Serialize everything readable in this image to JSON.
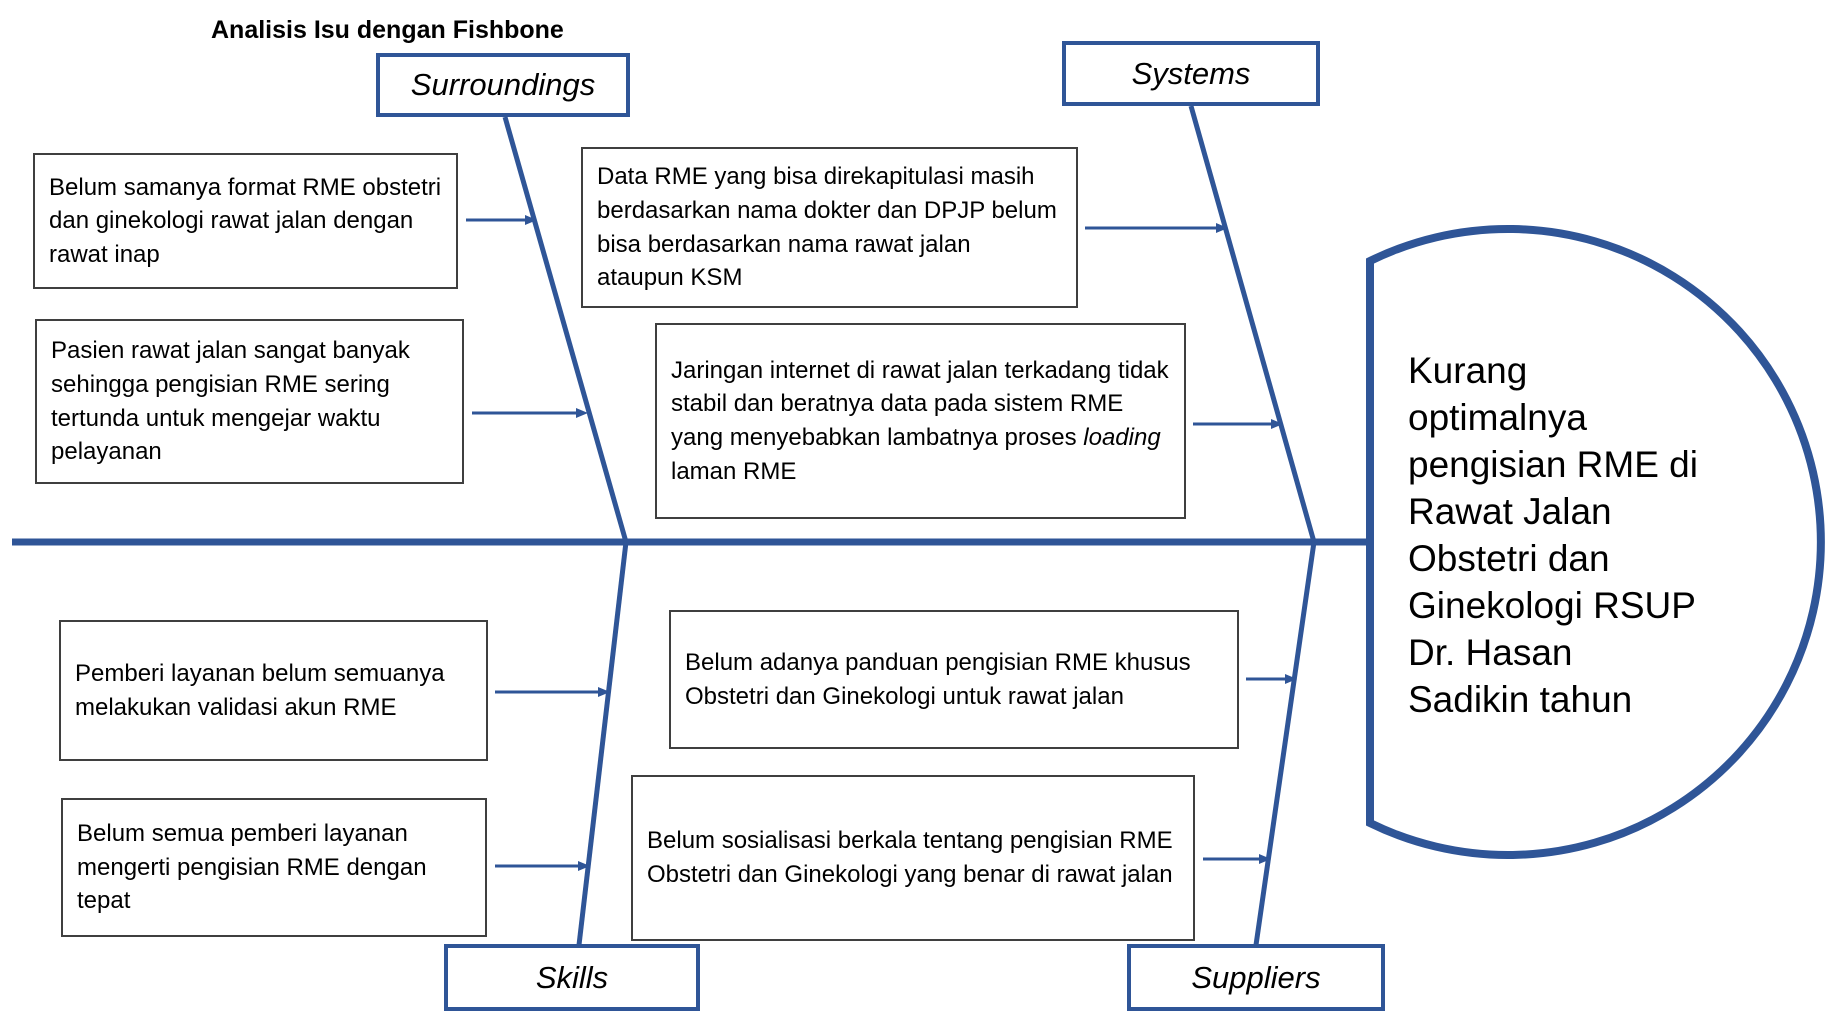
{
  "title": "Analisis Isu dengan Fishbone",
  "colors": {
    "accent": "#2F5597",
    "cause_border": "#3f3f3f"
  },
  "categories": {
    "surroundings": "Surroundings",
    "systems": "Systems",
    "skills": "Skills",
    "suppliers": "Suppliers"
  },
  "causes": {
    "surroundings_format": "Belum samanya format RME obstetri dan ginekologi rawat jalan dengan rawat inap",
    "surroundings_pasien": "Pasien rawat jalan sangat banyak sehingga pengisian RME sering tertunda untuk mengejar waktu pelayanan",
    "systems_data": "Data RME yang bisa direkapitulasi masih berdasarkan nama dokter dan DPJP belum bisa berdasarkan nama rawat jalan ataupun KSM",
    "systems_internet_part1": "Jaringan internet di rawat jalan terkadang tidak stabil dan beratnya data pada sistem RME yang menyebabkan lambatnya proses",
    "systems_internet_italic": "loading",
    "systems_internet_part2": "laman RME",
    "skills_validasi": "Pemberi layanan belum semuanya melakukan validasi akun RME",
    "skills_pengisian": "Belum semua pemberi layanan mengerti pengisian RME dengan tepat",
    "suppliers_panduan": "Belum adanya panduan pengisian RME khusus Obstetri dan Ginekologi untuk rawat jalan",
    "suppliers_sosialisasi": "Belum sosialisasi berkala tentang pengisian RME Obstetri dan Ginekologi yang benar di rawat jalan"
  },
  "effect_lines": [
    "Kurang",
    "optimalnya",
    "pengisian RME di",
    "Rawat Jalan",
    "Obstetri dan",
    "Ginekologi RSUP",
    "Dr. Hasan",
    "Sadikin tahun"
  ]
}
